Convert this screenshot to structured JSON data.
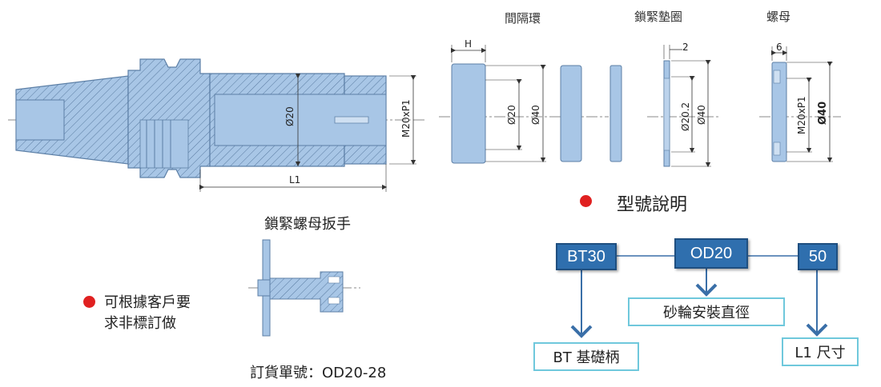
{
  "headers": {
    "spacer_ring": "間隔環",
    "lock_washer": "鎖緊墊圈",
    "nut": "螺母",
    "wrench": "鎖緊螺母扳手",
    "model_title": "型號說明"
  },
  "dimensions": {
    "holder_d20": "Ø20",
    "holder_thread": "M20xP1",
    "holder_l1": "L1",
    "spacer_h": "H",
    "spacer_d20": "Ø20",
    "spacer_d40": "Ø40",
    "washer_2": "2",
    "washer_d20_2": "Ø20.2",
    "washer_d40": "Ø40",
    "nut_6": "6",
    "nut_thread": "M20xP1",
    "nut_d40": "Ø40"
  },
  "custom_note": {
    "line1": "可根據客戶要",
    "line2": "求非標訂做"
  },
  "order_number": "訂貨單號：OD20-28",
  "model_codes": {
    "code1": "BT30",
    "code2": "OD20",
    "code3": "50",
    "desc1": "BT 基礎柄",
    "desc2": "砂輪安裝直徑",
    "desc3": "L1 尺寸"
  },
  "colors": {
    "part_fill": "#a8c6e6",
    "part_stroke": "#5c7fa6",
    "code_box": "#2f6fae",
    "desc_border": "#6fc8dc",
    "bullet": "#e02020",
    "connector": "#3a6fa8"
  }
}
